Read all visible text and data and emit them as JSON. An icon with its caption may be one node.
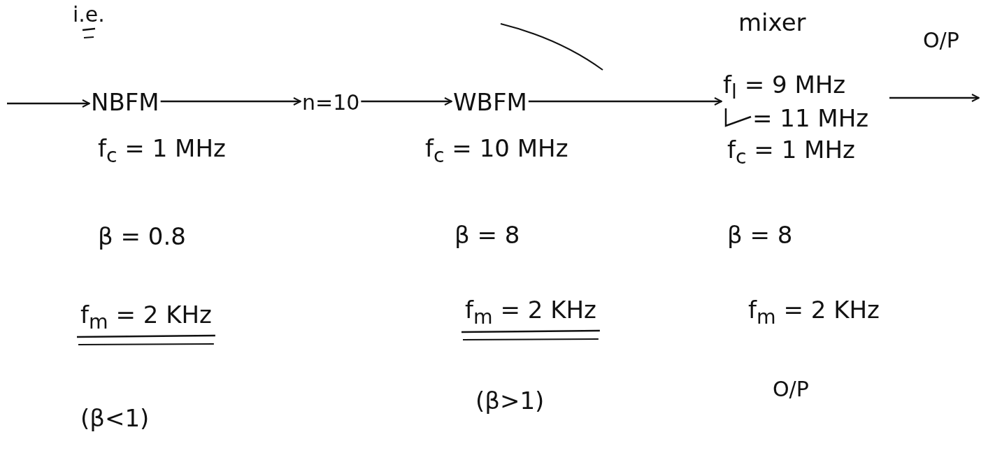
{
  "diagram": {
    "nodes": [
      {
        "text": [
          "NBFM"
        ]
      },
      {
        "text": [
          "n=10"
        ]
      },
      {
        "text": [
          "WBFM"
        ]
      },
      {
        "text": [
          "mixer",
          "f$_{l}$ = 9 MHz",
          "= 11 MHz"
        ]
      }
    ],
    "edges": [
      {
        "from": null,
        "to": 0,
        "arrow": "to"
      },
      {
        "from": 0,
        "to": 1,
        "arrow": "to"
      },
      {
        "from": 1,
        "to": 2,
        "arrow": "to"
      },
      {
        "from": 2,
        "to": 3,
        "arrow": "to"
      },
      {
        "from": 3,
        "to": null,
        "arrow": "to",
        "label": "O/P"
      }
    ],
    "labels": [
      "i.e.",
      "f$_{c}$ = 1 MHz",
      "f$_{c}$ = 10 MHz",
      "f$_{c}$ = 1 MHz",
      "β = 0.8",
      "β = 8",
      "β = 8",
      "f$_{m}$ = 2 KHz",
      "f$_{m}$ = 2 KHz",
      "f$_{m}$ = 2 KHz",
      "O/P",
      "(β<1)",
      "(β>1)"
    ]
  }
}
